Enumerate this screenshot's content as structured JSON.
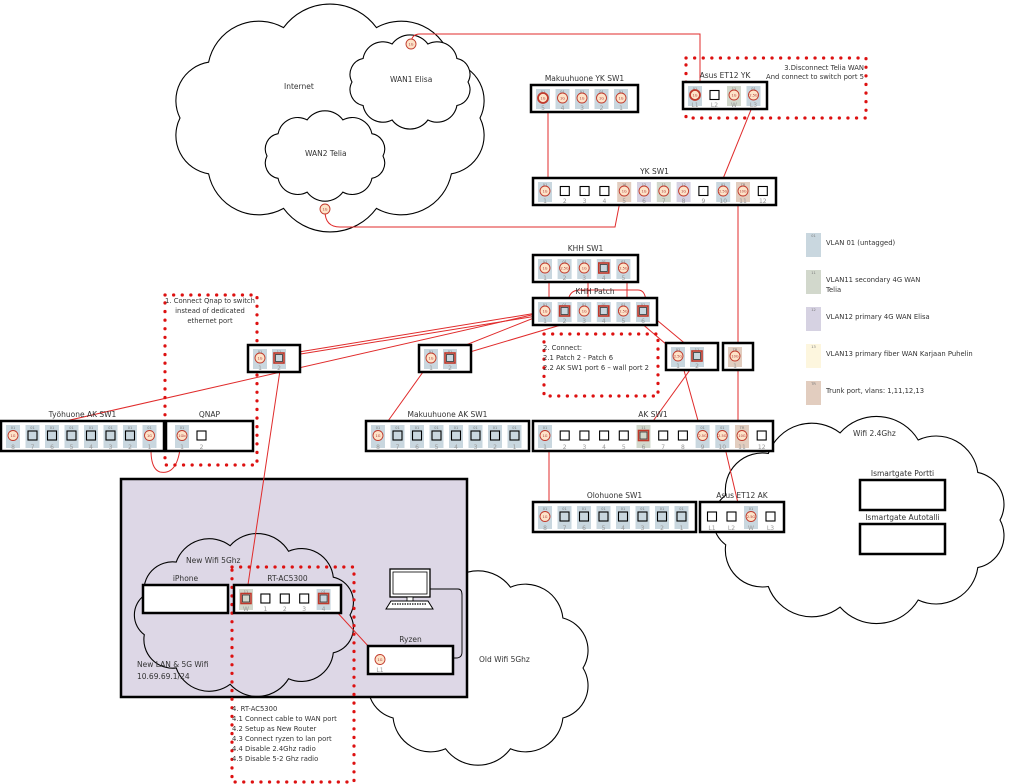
{
  "colors": {
    "vlan01": "#c9d7df",
    "vlan11": "#d2d8cc",
    "vlan12": "#d6d2e2",
    "vlan13": "#fdf6de",
    "trunk": "#e2cdbf",
    "cable": "#e02b2b",
    "connector_fill": "#fde3c8",
    "dotted": "#dd1111",
    "lan_area": "#ddd7e6"
  },
  "clouds": {
    "internet": "Internet",
    "wan1": "WAN1 Elisa",
    "wan2": "WAN2 Telia",
    "wifi24": "Wifi 2.4Ghz",
    "new_wifi": "New Wifi 5Ghz",
    "old_wifi": "Old Wifi 5Ghz"
  },
  "devices": {
    "makuuhuone_yk_sw1": {
      "label": "Makuuhuone YK SW1",
      "ports": [
        {
          "num": "5",
          "vlan": "vlan01",
          "tag": "01",
          "state": "connected-red",
          "conn": "1G"
        },
        {
          "num": "4",
          "vlan": "vlan01",
          "tag": "01",
          "state": "connected",
          "conn": "1G"
        },
        {
          "num": "3",
          "vlan": "vlan01",
          "tag": "01",
          "state": "connected",
          "conn": "1G"
        },
        {
          "num": "2",
          "vlan": "vlan01",
          "tag": "01",
          "state": "connected",
          "conn": "1G"
        },
        {
          "num": "1",
          "vlan": "vlan01",
          "tag": "01",
          "state": "connected",
          "conn": "1G"
        }
      ]
    },
    "asus_et12_yk": {
      "label": "Asus ET12 YK",
      "ports": [
        {
          "num": "L1",
          "vlan": "vlan01",
          "tag": "01",
          "state": "connected-red",
          "conn": "1G"
        },
        {
          "num": "L2",
          "vlan": "",
          "tag": "",
          "state": "empty",
          "conn": ""
        },
        {
          "num": "W",
          "vlan": "vlan11",
          "tag": "11",
          "state": "connected",
          "conn": "1G"
        },
        {
          "num": "L3",
          "vlan": "vlan01",
          "tag": "01",
          "state": "connected",
          "conn": "2.5G"
        }
      ]
    },
    "yk_sw1": {
      "label": "YK SW1",
      "ports": [
        {
          "num": "1",
          "vlan": "vlan01",
          "tag": "01",
          "state": "connected",
          "conn": "1G"
        },
        {
          "num": "2",
          "vlan": "",
          "tag": "",
          "state": "empty",
          "conn": ""
        },
        {
          "num": "3",
          "vlan": "",
          "tag": "",
          "state": "empty",
          "conn": ""
        },
        {
          "num": "4",
          "vlan": "",
          "tag": "",
          "state": "empty",
          "conn": ""
        },
        {
          "num": "5",
          "vlan": "trunk",
          "tag": "16",
          "state": "connected",
          "conn": "1G"
        },
        {
          "num": "6",
          "vlan": "vlan12",
          "tag": "12",
          "state": "connected",
          "conn": "1G"
        },
        {
          "num": "7",
          "vlan": "vlan11",
          "tag": "11",
          "state": "connected",
          "conn": "1G"
        },
        {
          "num": "8",
          "vlan": "vlan12",
          "tag": "12",
          "state": "connected",
          "conn": "1G"
        },
        {
          "num": "9",
          "vlan": "",
          "tag": "",
          "state": "empty",
          "conn": ""
        },
        {
          "num": "10",
          "vlan": "vlan01",
          "tag": "01",
          "state": "connected",
          "conn": "2.5G"
        },
        {
          "num": "11",
          "vlan": "trunk",
          "tag": "TR",
          "state": "connected",
          "conn": "10G"
        },
        {
          "num": "12",
          "vlan": "",
          "tag": "",
          "state": "empty",
          "conn": ""
        }
      ]
    },
    "khh_sw1": {
      "label": "KHH SW1",
      "ports": [
        {
          "num": "1",
          "vlan": "vlan01",
          "tag": "01",
          "state": "connected",
          "conn": "1G"
        },
        {
          "num": "2",
          "vlan": "vlan01",
          "tag": "01",
          "state": "connected",
          "conn": "2.5G"
        },
        {
          "num": "3",
          "vlan": "vlan01",
          "tag": "01",
          "state": "connected",
          "conn": "1G"
        },
        {
          "num": "4",
          "vlan": "vlan01",
          "tag": "01",
          "state": "square-red",
          "conn": ""
        },
        {
          "num": "5",
          "vlan": "vlan01",
          "tag": "01",
          "state": "connected",
          "conn": "2.5G"
        }
      ]
    },
    "khh_patch": {
      "label": "KHH Patch",
      "ports": [
        {
          "num": "1",
          "vlan": "vlan01",
          "tag": "01",
          "state": "connected",
          "conn": "1G"
        },
        {
          "num": "2",
          "vlan": "vlan01",
          "tag": "01",
          "state": "square-red",
          "conn": ""
        },
        {
          "num": "3",
          "vlan": "vlan01",
          "tag": "01",
          "state": "connected",
          "conn": "1G"
        },
        {
          "num": "4",
          "vlan": "vlan01",
          "tag": "01",
          "state": "square-red",
          "conn": ""
        },
        {
          "num": "5",
          "vlan": "vlan01",
          "tag": "01",
          "state": "connected",
          "conn": "2.5G"
        },
        {
          "num": "6",
          "vlan": "vlan01",
          "tag": "01",
          "state": "square-red",
          "conn": ""
        }
      ]
    },
    "wall_left": {
      "label": "",
      "ports": [
        {
          "num": "1",
          "vlan": "vlan01",
          "tag": "01",
          "state": "connected",
          "conn": "1G"
        },
        {
          "num": "2",
          "vlan": "vlan01",
          "tag": "11",
          "state": "square-red",
          "conn": ""
        }
      ]
    },
    "wall_mid": {
      "label": "",
      "ports": [
        {
          "num": "1",
          "vlan": "vlan01",
          "tag": "01",
          "state": "connected",
          "conn": "1G"
        },
        {
          "num": "2",
          "vlan": "vlan01",
          "tag": "01",
          "state": "square-red",
          "conn": ""
        }
      ]
    },
    "wall_right": {
      "label": "",
      "ports": [
        {
          "num": "1",
          "vlan": "vlan01",
          "tag": "01",
          "state": "connected",
          "conn": "2.5G"
        },
        {
          "num": "2",
          "vlan": "vlan01",
          "tag": "11",
          "state": "square-red",
          "conn": ""
        }
      ]
    },
    "wall_trunk": {
      "label": "",
      "ports": [
        {
          "num": "1",
          "vlan": "trunk",
          "tag": "TR",
          "state": "connected",
          "conn": "10G"
        }
      ]
    },
    "tyohuone_ak_sw1": {
      "label": "Työhuone AK SW1",
      "ports": [
        {
          "num": "8",
          "vlan": "vlan01",
          "tag": "01",
          "state": "connected",
          "conn": "1G"
        },
        {
          "num": "7",
          "vlan": "vlan01",
          "tag": "01",
          "state": "empty-sq",
          "conn": ""
        },
        {
          "num": "6",
          "vlan": "vlan01",
          "tag": "01",
          "state": "empty-sq",
          "conn": ""
        },
        {
          "num": "5",
          "vlan": "vlan01",
          "tag": "01",
          "state": "empty-sq",
          "conn": ""
        },
        {
          "num": "4",
          "vlan": "vlan01",
          "tag": "01",
          "state": "empty-sq",
          "conn": ""
        },
        {
          "num": "3",
          "vlan": "vlan01",
          "tag": "01",
          "state": "empty-sq",
          "conn": ""
        },
        {
          "num": "2",
          "vlan": "vlan01",
          "tag": "01",
          "state": "empty-sq",
          "conn": ""
        },
        {
          "num": "1",
          "vlan": "vlan01",
          "tag": "01",
          "state": "connected",
          "conn": "1G"
        }
      ]
    },
    "qnap": {
      "label": "QNAP",
      "ports": [
        {
          "num": "1",
          "vlan": "vlan01",
          "tag": "01",
          "state": "connected",
          "conn": "1Gb"
        },
        {
          "num": "2",
          "vlan": "",
          "tag": "",
          "state": "empty",
          "conn": ""
        }
      ]
    },
    "makuuhuone_ak_sw1": {
      "label": "Makuuhuone AK SW1",
      "ports": [
        {
          "num": "8",
          "vlan": "vlan01",
          "tag": "01",
          "state": "connected",
          "conn": "1G"
        },
        {
          "num": "7",
          "vlan": "vlan01",
          "tag": "01",
          "state": "empty-sq",
          "conn": ""
        },
        {
          "num": "6",
          "vlan": "vlan01",
          "tag": "01",
          "state": "empty-sq",
          "conn": ""
        },
        {
          "num": "5",
          "vlan": "vlan01",
          "tag": "01",
          "state": "empty-sq",
          "conn": ""
        },
        {
          "num": "4",
          "vlan": "vlan01",
          "tag": "01",
          "state": "empty-sq",
          "conn": ""
        },
        {
          "num": "3",
          "vlan": "vlan01",
          "tag": "01",
          "state": "empty-sq",
          "conn": ""
        },
        {
          "num": "2",
          "vlan": "vlan01",
          "tag": "01",
          "state": "empty-sq",
          "conn": ""
        },
        {
          "num": "1",
          "vlan": "vlan01",
          "tag": "01",
          "state": "empty-sq",
          "conn": ""
        }
      ]
    },
    "ak_sw1": {
      "label": "AK SW1",
      "ports": [
        {
          "num": "1",
          "vlan": "vlan01",
          "tag": "01",
          "state": "connected",
          "conn": "1G"
        },
        {
          "num": "2",
          "vlan": "",
          "tag": "",
          "state": "empty",
          "conn": ""
        },
        {
          "num": "3",
          "vlan": "",
          "tag": "",
          "state": "empty",
          "conn": ""
        },
        {
          "num": "4",
          "vlan": "",
          "tag": "",
          "state": "empty",
          "conn": ""
        },
        {
          "num": "5",
          "vlan": "",
          "tag": "",
          "state": "empty",
          "conn": ""
        },
        {
          "num": "6",
          "vlan": "vlan11",
          "tag": "11",
          "state": "square-red",
          "conn": ""
        },
        {
          "num": "7",
          "vlan": "",
          "tag": "",
          "state": "empty",
          "conn": ""
        },
        {
          "num": "8",
          "vlan": "",
          "tag": "",
          "state": "empty",
          "conn": ""
        },
        {
          "num": "9",
          "vlan": "vlan01",
          "tag": "01",
          "state": "connected",
          "conn": "2.5G"
        },
        {
          "num": "10",
          "vlan": "vlan01",
          "tag": "01",
          "state": "connected",
          "conn": "2.5G"
        },
        {
          "num": "11",
          "vlan": "trunk",
          "tag": "TR",
          "state": "connected",
          "conn": "10G"
        },
        {
          "num": "12",
          "vlan": "",
          "tag": "",
          "state": "empty",
          "conn": ""
        }
      ]
    },
    "olohuone_sw1": {
      "label": "Olohuone SW1",
      "ports": [
        {
          "num": "8",
          "vlan": "vlan01",
          "tag": "01",
          "state": "connected",
          "conn": "1G"
        },
        {
          "num": "7",
          "vlan": "vlan01",
          "tag": "01",
          "state": "empty-sq",
          "conn": ""
        },
        {
          "num": "6",
          "vlan": "vlan01",
          "tag": "01",
          "state": "empty-sq",
          "conn": ""
        },
        {
          "num": "5",
          "vlan": "vlan01",
          "tag": "01",
          "state": "empty-sq",
          "conn": ""
        },
        {
          "num": "4",
          "vlan": "vlan01",
          "tag": "01",
          "state": "empty-sq",
          "conn": ""
        },
        {
          "num": "3",
          "vlan": "vlan01",
          "tag": "01",
          "state": "empty-sq",
          "conn": ""
        },
        {
          "num": "2",
          "vlan": "vlan01",
          "tag": "01",
          "state": "empty-sq",
          "conn": ""
        },
        {
          "num": "1",
          "vlan": "vlan01",
          "tag": "01",
          "state": "empty-sq",
          "conn": ""
        }
      ]
    },
    "asus_et12_ak": {
      "label": "Asus ET12 AK",
      "ports": [
        {
          "num": "L1",
          "vlan": "",
          "tag": "",
          "state": "empty",
          "conn": ""
        },
        {
          "num": "L2",
          "vlan": "",
          "tag": "",
          "state": "empty",
          "conn": ""
        },
        {
          "num": "W",
          "vlan": "vlan01",
          "tag": "01",
          "state": "connected",
          "conn": "2.5G"
        },
        {
          "num": "L3",
          "vlan": "",
          "tag": "",
          "state": "empty",
          "conn": ""
        }
      ]
    },
    "iphone": {
      "label": "iPhone"
    },
    "rt_ac5300": {
      "label": "RT-AC5300",
      "ports": [
        {
          "num": "W",
          "vlan": "vlan11",
          "tag": "11",
          "state": "square-red",
          "conn": ""
        },
        {
          "num": "1",
          "vlan": "",
          "tag": "",
          "state": "empty",
          "conn": ""
        },
        {
          "num": "2",
          "vlan": "",
          "tag": "",
          "state": "empty",
          "conn": ""
        },
        {
          "num": "3",
          "vlan": "",
          "tag": "",
          "state": "empty",
          "conn": ""
        },
        {
          "num": "4",
          "vlan": "vlan01",
          "tag": "01",
          "state": "square-red",
          "conn": ""
        }
      ]
    },
    "ryzen": {
      "label": "Ryzen",
      "ports": [
        {
          "num": "L1",
          "vlan": "",
          "tag": "",
          "state": "connected",
          "conn": "1G"
        }
      ]
    },
    "ismartgate_portti": {
      "label": "Ismartgate Portti"
    },
    "ismartgate_autotalli": {
      "label": "Ismartgate Autotalli"
    }
  },
  "wan_connectors": {
    "wan1": "1G",
    "wan2": "1G"
  },
  "lan_area": {
    "title": "New LAN & 5G Wifi",
    "subnet": "10.69.69.1/24"
  },
  "legend": [
    {
      "tag": "01",
      "color_key": "vlan01",
      "lines": [
        "VLAN 01 (untagged)"
      ]
    },
    {
      "tag": "11",
      "color_key": "vlan11",
      "lines": [
        "VLAN11 secondary 4G WAN",
        "Telia"
      ]
    },
    {
      "tag": "12",
      "color_key": "vlan12",
      "lines": [
        "VLAN12 primary 4G WAN Elisa"
      ]
    },
    {
      "tag": "13",
      "color_key": "vlan13",
      "lines": [
        "VLAN13 primary fiber WAN Karjaan Puhelin"
      ]
    },
    {
      "tag": "TR",
      "color_key": "trunk",
      "lines": [
        "Trunk port, vlans: 1,11,12,13"
      ]
    }
  ],
  "notes": {
    "step1": [
      "1. Connect Qnap to switch",
      "instead of dedicated",
      "ethernet port"
    ],
    "step2": [
      "2. Connect:",
      "2.1  Patch 2 - Patch 6",
      "2.2 AK SW1 port 6 – wall port 2"
    ],
    "step3": [
      "3.Disconnect Telia WAN",
      "And connect to switch port 5"
    ],
    "step4": [
      "4. RT-AC5300",
      "4.1 Connect cable to WAN port",
      "4.2 Setup as New Router",
      "4.3 Connect ryzen to lan port",
      "4.4 Disable 2.4Ghz radio",
      "4.5 Disable 5-2 Ghz radio"
    ]
  }
}
